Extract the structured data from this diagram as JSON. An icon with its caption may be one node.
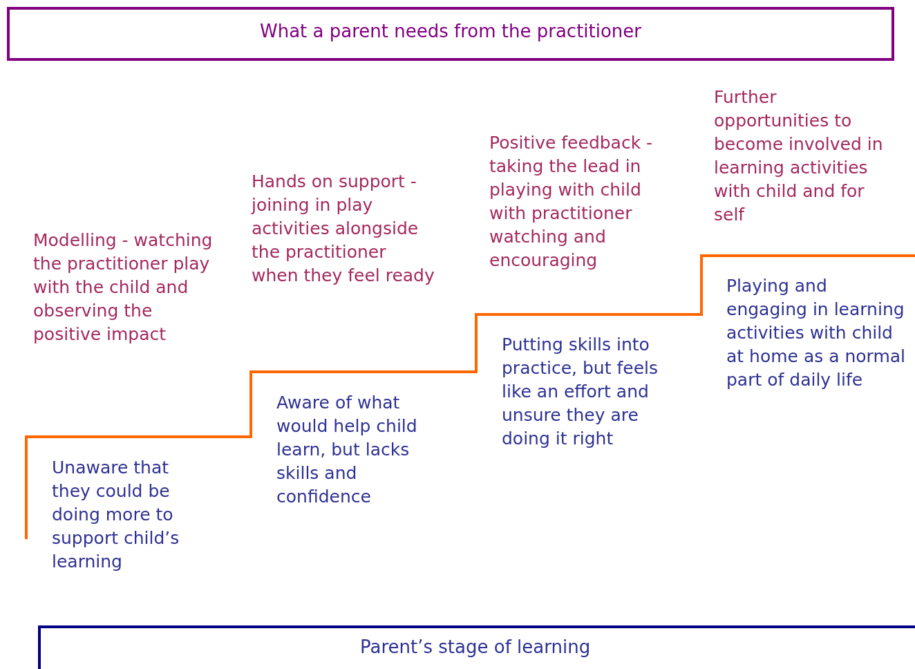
{
  "diagram": {
    "nodes": [
      {
        "text": [
          "What a parent needs from the practitioner"
        ]
      },
      {
        "text": [
          "Parent’s stage of learning"
        ]
      }
    ],
    "edges": [],
    "labels": [
      "Modelling - watching the practitioner play with the child and observing the positive impact",
      "Unaware that they could be doing more to support child’s learning",
      "Hands on support - joining in play activities alongside the practitioner when they feel ready",
      "Aware of what would help child learn, but lacks skills and confidence",
      "Positive feedback - taking the lead in playing with child with practitioner watching and encouraging",
      "Putting skills into practice, but feels like an effort and unsure they are doing it right",
      "Further opportunities to become involved in learning activities with child and for self",
      "Playing and engaging in learning activities with child at home as a normal part of daily life"
    ]
  }
}
